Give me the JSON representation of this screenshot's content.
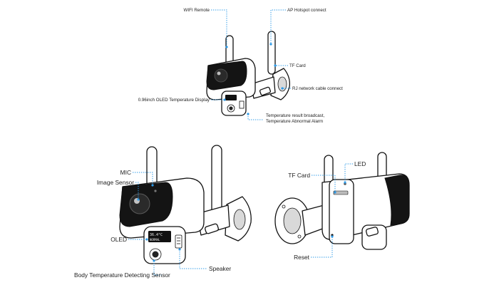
{
  "labels": {
    "top": {
      "wifi_remote": "WIFI Remote",
      "ap_hotspot": "AP Hotspot connect",
      "tf_card": "TF Card",
      "rj_network": "RJ network cable connect",
      "oled_display": "0.96inch OLED Temperature Display",
      "temp_broadcast_1": "Temperature result broadcast,",
      "temp_broadcast_2": "Temperature Abnormal Alarm"
    },
    "left": {
      "mic": "MIC",
      "image_sensor": "Image Sensor",
      "oled": "OLED",
      "body_temp_sensor": "Body Temperature Detecting Sensor",
      "speaker": "Speaker"
    },
    "right": {
      "tf_card": "TF Card",
      "led": "LED",
      "reset": "Reset"
    }
  },
  "oled_screen_text": [
    "36.4°C",
    "NORMAL"
  ],
  "colors": {
    "leader_line": "#2f9be8",
    "outline": "#111111",
    "lens_housing": "#141414"
  }
}
